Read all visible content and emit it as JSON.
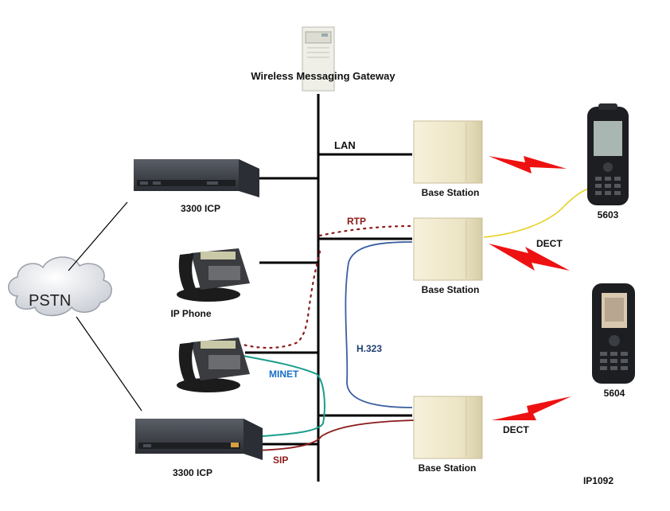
{
  "labels": {
    "gateway": "Wireless Messaging Gateway",
    "lan": "LAN",
    "rtp": "RTP",
    "h323": "H.323",
    "minet": "MINET",
    "sip": "SIP",
    "dect_top": "DECT",
    "dect_bottom": "DECT",
    "pstn": "PSTN",
    "icp_top": "3300 ICP",
    "icp_bottom": "3300 ICP",
    "ip_phone": "IP Phone",
    "base_station_1": "Base Station",
    "base_station_2": "Base Station",
    "base_station_3": "Base Station",
    "handset_5603": "5603",
    "handset_5604": "5604",
    "model": "IP1092"
  },
  "colors": {
    "backbone": "#000000",
    "rtp": "#8b1a1a",
    "h323": "#3a5fa0",
    "minet": "#1a9e8a",
    "sip": "#8b1a1a",
    "minet_label": "#1a6fc4",
    "h323_label": "#1f3f6f",
    "rtp_label": "#8b1a1a",
    "sip_label": "#8b1a1a",
    "dect_wire": "#e8d020",
    "lightning": "#ee1111"
  }
}
